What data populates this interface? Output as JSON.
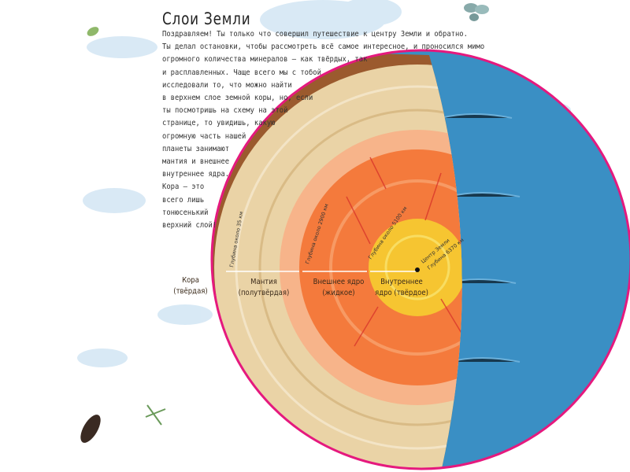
{
  "title": "Слои Земли",
  "text_lines": [
    "Поздравляем! Ты только что совершил путешествие к центру Земли и обратно.",
    "Ты делал остановки, чтобы рассмотреть всё самое интересное, и проносился мимо",
    "огромного количества минералов – как твёрдых, так",
    "и расплавленных. Чаще всего мы с тобой",
    "исследовали то, что можно найти",
    "в верхнем слое земной коры, но, если",
    "ты посмотришь на схему на этой",
    "странице, то увидишь, какую",
    "огромную часть нашей",
    "планеты занимают",
    "мантия и внешнее",
    "внутреннее ядра.",
    "Кора – это",
    "всего лишь",
    "тонюсенький",
    "верхний слой!"
  ],
  "layers": {
    "crust": {
      "name": "Кора",
      "state": "(твёрдая)"
    },
    "mantle": {
      "name": "Мантия",
      "state": "(полутвёрдая)"
    },
    "outer_core": {
      "name": "Внешнее ядро",
      "state": "(жидкое)"
    },
    "inner_core": {
      "name": "Внутреннее",
      "state": "ядро (твёрдое)"
    }
  },
  "depths": {
    "crust": "Глубина около 35 км",
    "mantle": "Глубина около 2900 км",
    "outer_core": "Глубина около 5100 км",
    "center_1": "Центр Земли",
    "center_2": "Глубина 6370 км"
  },
  "colors": {
    "ring": "#e5197e",
    "ocean": "#3a8fc4",
    "crust": "#9b5a2e",
    "mantle": "#ead3a6",
    "outer_core": "#f47a3c",
    "inner_core": "#f6c531"
  }
}
